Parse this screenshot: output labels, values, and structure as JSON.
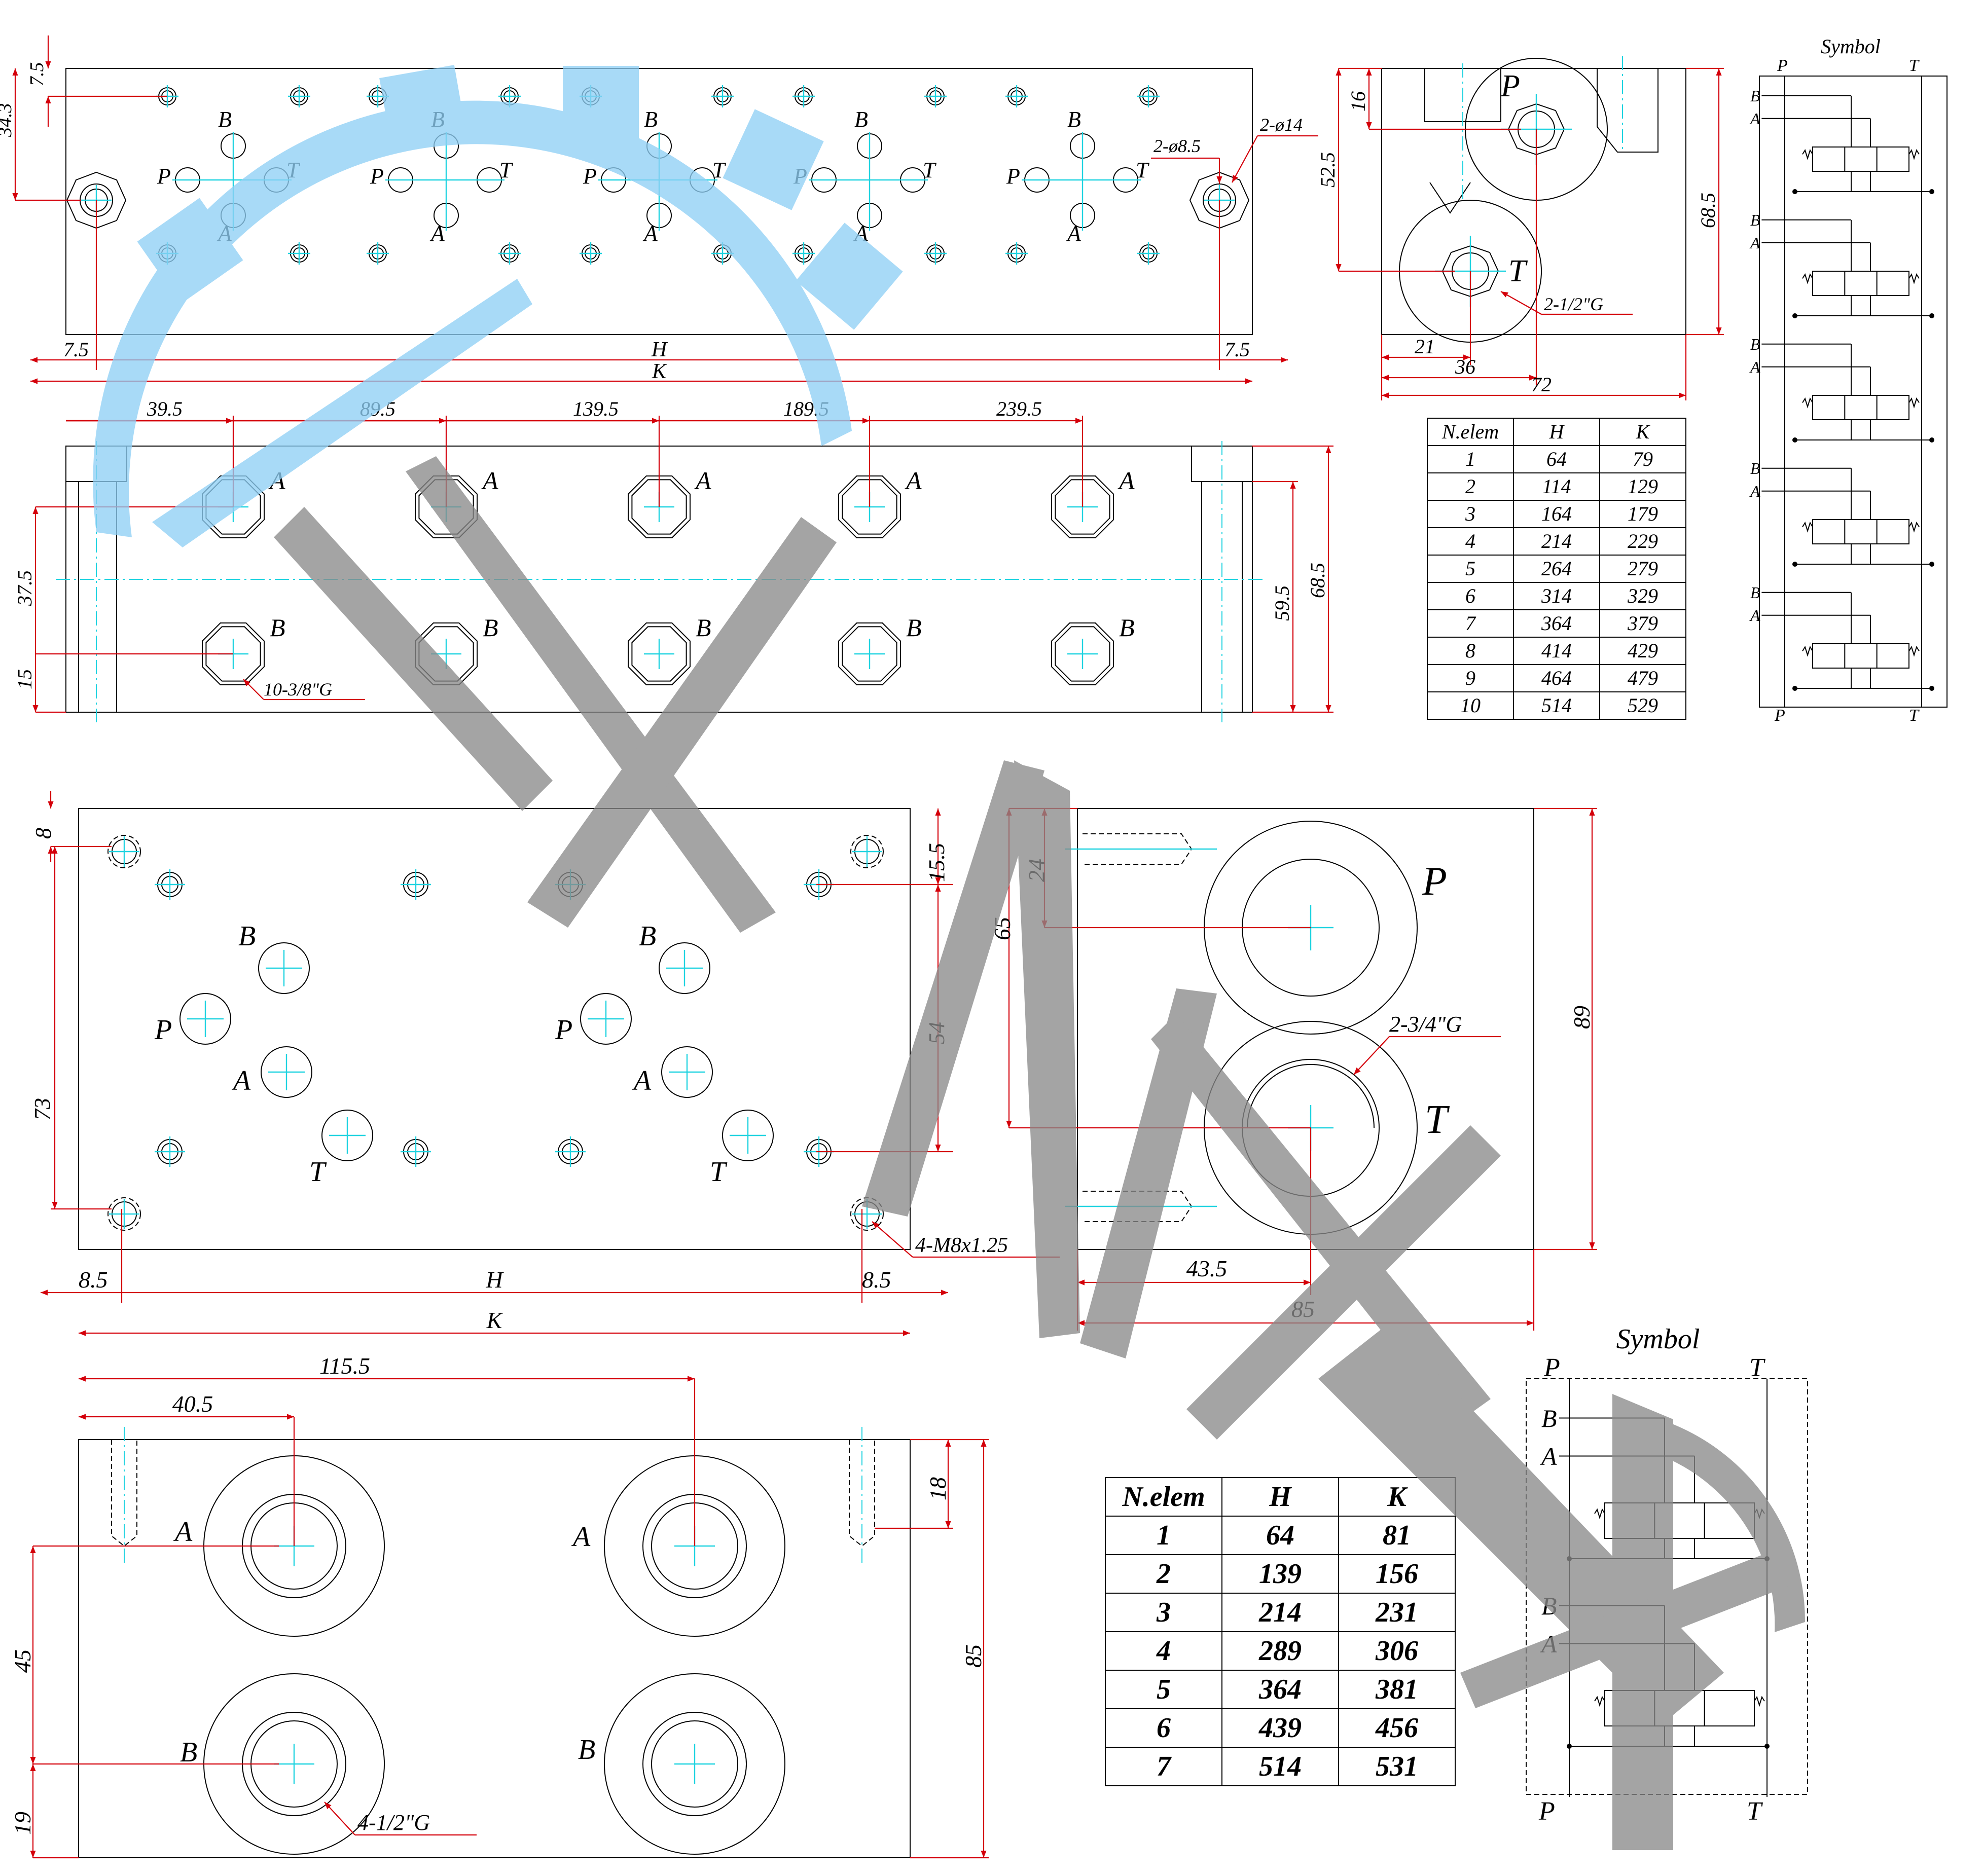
{
  "view1": {
    "left_dims": [
      "34.3",
      "7.5"
    ],
    "ports": [
      "B",
      "P",
      "T",
      "A"
    ],
    "holes": [
      "2-ø8.5",
      "2-ø14"
    ],
    "bottom": {
      "e1": "7.5",
      "h": "H",
      "e2": "7.5",
      "k": "K"
    }
  },
  "view2": {
    "top_dims": [
      "39.5",
      "89.5",
      "139.5",
      "189.5",
      "239.5"
    ],
    "ports": [
      "A",
      "B"
    ],
    "left_dims": [
      "37.5",
      "15"
    ],
    "right_dims": [
      "59.5",
      "68.5"
    ],
    "thread": "10-3/8\"G"
  },
  "view3": {
    "dims": [
      "16",
      "52.5",
      "68.5",
      "21",
      "36",
      "72"
    ],
    "ports": [
      "P",
      "T"
    ],
    "thread": "2-1/2\"G"
  },
  "table1": {
    "headers": [
      "N.elem",
      "H",
      "K"
    ],
    "rows": [
      [
        "1",
        "64",
        "79"
      ],
      [
        "2",
        "114",
        "129"
      ],
      [
        "3",
        "164",
        "179"
      ],
      [
        "4",
        "214",
        "229"
      ],
      [
        "5",
        "264",
        "279"
      ],
      [
        "6",
        "314",
        "329"
      ],
      [
        "7",
        "364",
        "379"
      ],
      [
        "8",
        "414",
        "429"
      ],
      [
        "9",
        "464",
        "479"
      ],
      [
        "10",
        "514",
        "529"
      ]
    ]
  },
  "symbol1": {
    "title": "Symbol",
    "p": "P",
    "t": "T",
    "b": "B",
    "a": "A"
  },
  "view4": {
    "left_dims": [
      "8",
      "73"
    ],
    "right_dims": [
      "15.5",
      "54"
    ],
    "ports": [
      "B",
      "P",
      "A",
      "T"
    ],
    "thread": "4-M8x1.25",
    "bottom": {
      "e1": "8.5",
      "h": "H",
      "e2": "8.5",
      "k": "K"
    }
  },
  "view5": {
    "dims": [
      "24",
      "65",
      "89",
      "43.5",
      "85"
    ],
    "ports": [
      "P",
      "T"
    ],
    "thread": "2-3/4\"G"
  },
  "view6": {
    "top_dims": [
      "115.5",
      "40.5"
    ],
    "left_dims": [
      "45",
      "19"
    ],
    "right_dims": [
      "18",
      "85"
    ],
    "ports": [
      "A",
      "B"
    ],
    "thread": "4-1/2\"G"
  },
  "table2": {
    "headers": [
      "N.elem",
      "H",
      "K"
    ],
    "rows": [
      [
        "1",
        "64",
        "81"
      ],
      [
        "2",
        "139",
        "156"
      ],
      [
        "3",
        "214",
        "231"
      ],
      [
        "4",
        "289",
        "306"
      ],
      [
        "5",
        "364",
        "381"
      ],
      [
        "6",
        "439",
        "456"
      ],
      [
        "7",
        "514",
        "531"
      ]
    ]
  },
  "symbol2": {
    "title": "Symbol",
    "p": "P",
    "t": "T",
    "b": "B",
    "a": "A"
  },
  "colors": {
    "outline": "#000000",
    "dimension": "#d4000a",
    "centerline": "#1fd3e0",
    "watermark_blue": "#8fd0f5",
    "watermark_gray": "#8a8a8a"
  }
}
